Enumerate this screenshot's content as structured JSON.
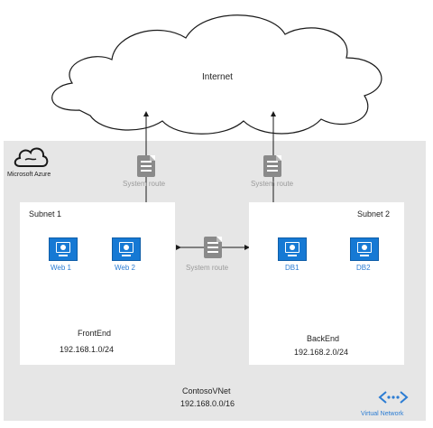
{
  "internet": {
    "label": "Internet"
  },
  "azure": {
    "label": "Microsoft Azure"
  },
  "routes": {
    "left_label": "System route",
    "right_label": "System route",
    "middle_label": "System route"
  },
  "subnet1": {
    "title": "Subnet 1",
    "name": "FrontEnd",
    "cidr": "192.168.1.0/24",
    "vms": [
      {
        "label": "Web 1"
      },
      {
        "label": "Web 2"
      }
    ]
  },
  "subnet2": {
    "title": "Subnet 2",
    "name": "BackEnd",
    "cidr": "192.168.2.0/24",
    "vms": [
      {
        "label": "DB1"
      },
      {
        "label": "DB2"
      }
    ]
  },
  "vnet": {
    "name": "ContosoVNet",
    "cidr": "192.168.0.0/16",
    "icon_label": "Virtual Network"
  },
  "colors": {
    "accent": "#1679d4",
    "vnet_background": "#e6e6e6",
    "route_icon": "#8a8a8a"
  }
}
